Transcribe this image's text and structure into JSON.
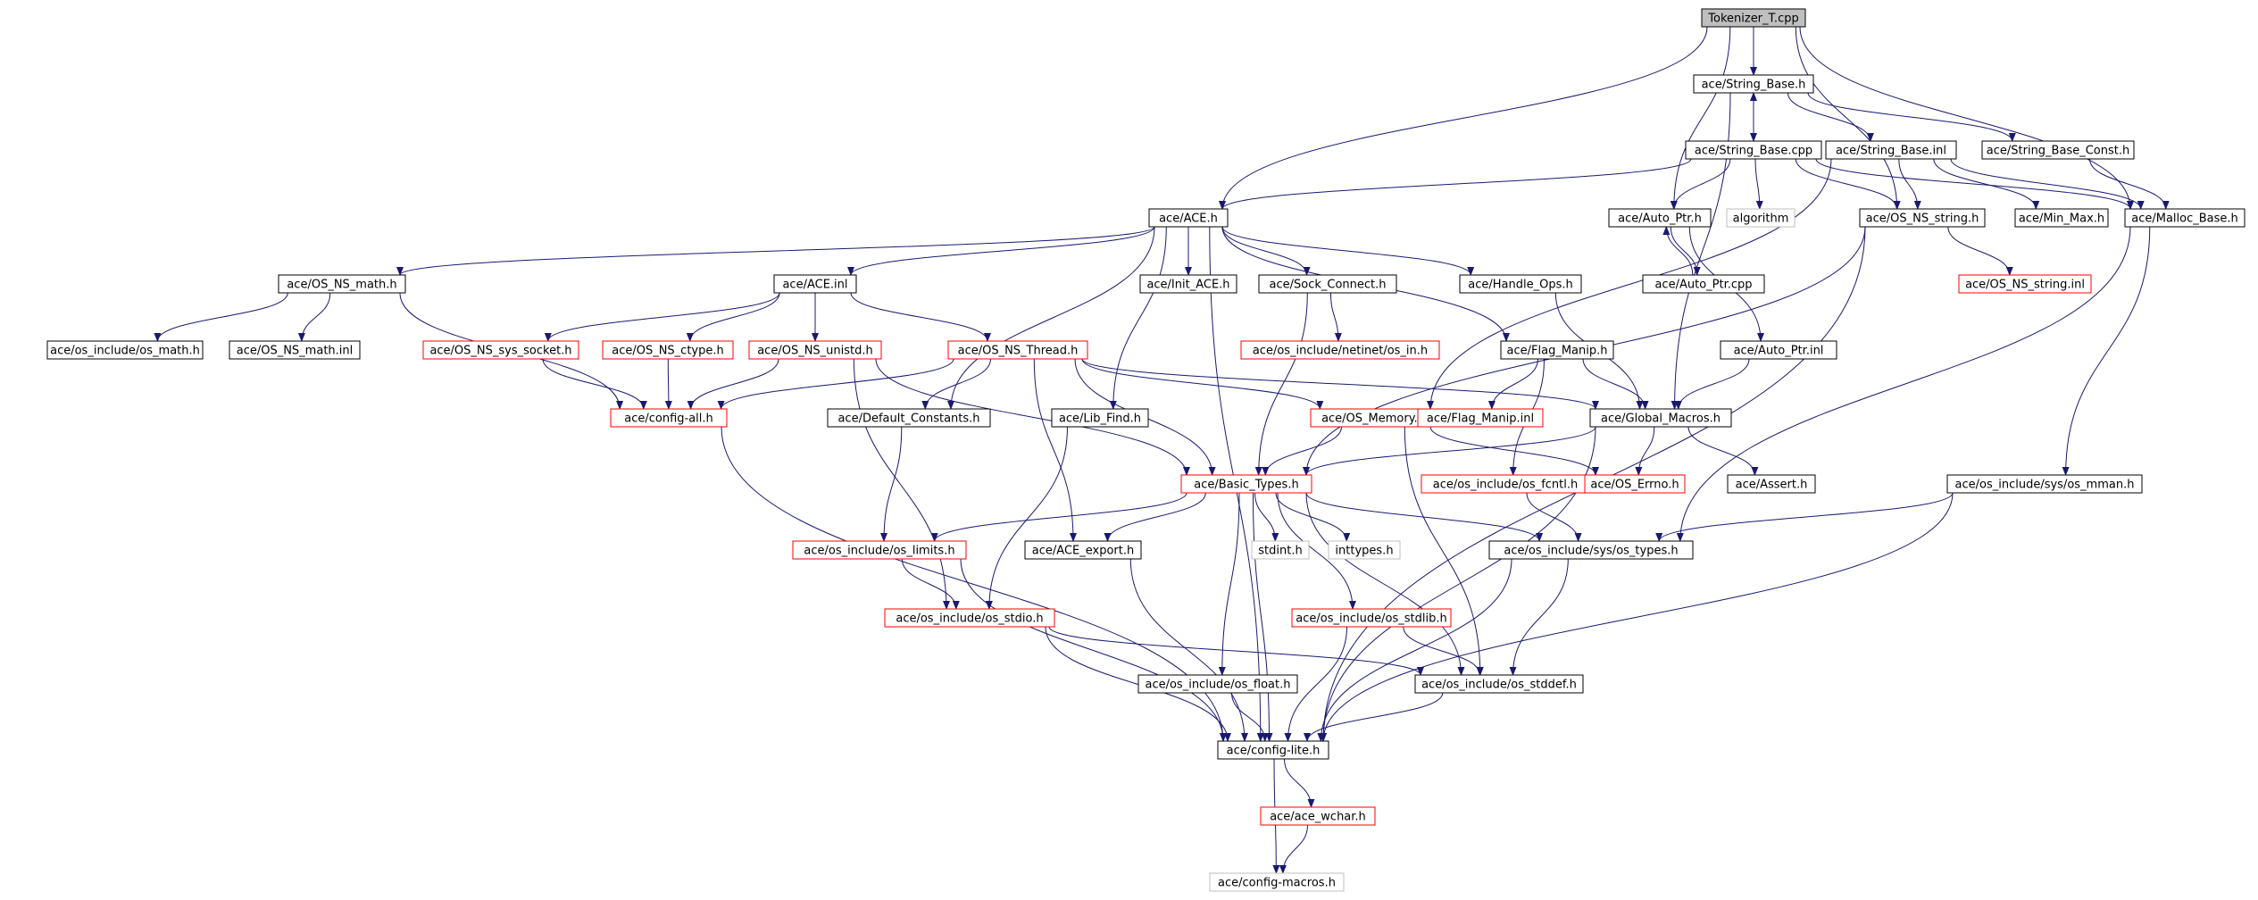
{
  "title": "Tokenizer_T.cpp",
  "colors": {
    "edge": "#191970",
    "root_fill": "#bfbfbf",
    "black_border": "#000000",
    "red_border": "#ff0000",
    "gray_border": "#bfbfbf",
    "text": "#000000"
  },
  "nodes": [
    {
      "id": "root",
      "label": "Tokenizer_T.cpp",
      "border": "root"
    },
    {
      "id": "strbase_h",
      "label": "ace/String_Base.h",
      "border": "black"
    },
    {
      "id": "strbase_cpp",
      "label": "ace/String_Base.cpp",
      "border": "black"
    },
    {
      "id": "strbase_inl",
      "label": "ace/String_Base.inl",
      "border": "black"
    },
    {
      "id": "strbase_const",
      "label": "ace/String_Base_Const.h",
      "border": "black"
    },
    {
      "id": "ace_h",
      "label": "ace/ACE.h",
      "border": "black"
    },
    {
      "id": "autoptr_h",
      "label": "ace/Auto_Ptr.h",
      "border": "black"
    },
    {
      "id": "algorithm",
      "label": "algorithm",
      "border": "gray"
    },
    {
      "id": "osnsstring_h",
      "label": "ace/OS_NS_string.h",
      "border": "black"
    },
    {
      "id": "minmax",
      "label": "ace/Min_Max.h",
      "border": "black"
    },
    {
      "id": "mallocbase",
      "label": "ace/Malloc_Base.h",
      "border": "black"
    },
    {
      "id": "osnsmath_h",
      "label": "ace/OS_NS_math.h",
      "border": "black"
    },
    {
      "id": "ace_inl",
      "label": "ace/ACE.inl",
      "border": "black"
    },
    {
      "id": "initace",
      "label": "ace/Init_ACE.h",
      "border": "black"
    },
    {
      "id": "sockconnect",
      "label": "ace/Sock_Connect.h",
      "border": "black"
    },
    {
      "id": "handleops",
      "label": "ace/Handle_Ops.h",
      "border": "black"
    },
    {
      "id": "autoptr_cpp",
      "label": "ace/Auto_Ptr.cpp",
      "border": "black"
    },
    {
      "id": "osnsstring_inl",
      "label": "ace/OS_NS_string.inl",
      "border": "red"
    },
    {
      "id": "osmath",
      "label": "ace/os_include/os_math.h",
      "border": "black"
    },
    {
      "id": "osnsmath_inl",
      "label": "ace/OS_NS_math.inl",
      "border": "black"
    },
    {
      "id": "sys_socket",
      "label": "ace/OS_NS_sys_socket.h",
      "border": "red"
    },
    {
      "id": "ctype",
      "label": "ace/OS_NS_ctype.h",
      "border": "red"
    },
    {
      "id": "unistd",
      "label": "ace/OS_NS_unistd.h",
      "border": "red"
    },
    {
      "id": "thread",
      "label": "ace/OS_NS_Thread.h",
      "border": "red"
    },
    {
      "id": "netinet",
      "label": "ace/os_include/netinet/os_in.h",
      "border": "red"
    },
    {
      "id": "flagmanip_h",
      "label": "ace/Flag_Manip.h",
      "border": "black"
    },
    {
      "id": "autoptr_inl",
      "label": "ace/Auto_Ptr.inl",
      "border": "black"
    },
    {
      "id": "configall",
      "label": "ace/config-all.h",
      "border": "red"
    },
    {
      "id": "defconst",
      "label": "ace/Default_Constants.h",
      "border": "black"
    },
    {
      "id": "libfind",
      "label": "ace/Lib_Find.h",
      "border": "black"
    },
    {
      "id": "osmemory",
      "label": "ace/OS_Memory.h",
      "border": "red"
    },
    {
      "id": "flagmanip_inl",
      "label": "ace/Flag_Manip.inl",
      "border": "red"
    },
    {
      "id": "globalmacros",
      "label": "ace/Global_Macros.h",
      "border": "black"
    },
    {
      "id": "basictypes",
      "label": "ace/Basic_Types.h",
      "border": "red"
    },
    {
      "id": "osfcntl",
      "label": "ace/os_include/os_fcntl.h",
      "border": "red"
    },
    {
      "id": "oserrno",
      "label": "ace/OS_Errno.h",
      "border": "red"
    },
    {
      "id": "assert",
      "label": "ace/Assert.h",
      "border": "black"
    },
    {
      "id": "sysmman",
      "label": "ace/os_include/sys/os_mman.h",
      "border": "black"
    },
    {
      "id": "oslimits",
      "label": "ace/os_include/os_limits.h",
      "border": "red"
    },
    {
      "id": "aceexport",
      "label": "ace/ACE_export.h",
      "border": "black"
    },
    {
      "id": "stdint",
      "label": "stdint.h",
      "border": "gray"
    },
    {
      "id": "inttypes",
      "label": "inttypes.h",
      "border": "gray"
    },
    {
      "id": "systypes",
      "label": "ace/os_include/sys/os_types.h",
      "border": "black"
    },
    {
      "id": "osstdio",
      "label": "ace/os_include/os_stdio.h",
      "border": "red"
    },
    {
      "id": "osstdlib",
      "label": "ace/os_include/os_stdlib.h",
      "border": "red"
    },
    {
      "id": "osfloat",
      "label": "ace/os_include/os_float.h",
      "border": "black"
    },
    {
      "id": "osstddef",
      "label": "ace/os_include/os_stddef.h",
      "border": "black"
    },
    {
      "id": "configlite",
      "label": "ace/config-lite.h",
      "border": "black"
    },
    {
      "id": "acewchar",
      "label": "ace/ace_wchar.h",
      "border": "red"
    },
    {
      "id": "configmacros",
      "label": "ace/config-macros.h",
      "border": "gray"
    }
  ],
  "edges": [
    [
      "root",
      "strbase_h"
    ],
    [
      "root",
      "ace_h"
    ],
    [
      "root",
      "autoptr_h"
    ],
    [
      "root",
      "osnsstring_h"
    ],
    [
      "root",
      "mallocbase"
    ],
    [
      "strbase_h",
      "strbase_cpp"
    ],
    [
      "strbase_cpp",
      "strbase_h"
    ],
    [
      "strbase_h",
      "strbase_inl"
    ],
    [
      "strbase_h",
      "strbase_const"
    ],
    [
      "strbase_h",
      "globalmacros"
    ],
    [
      "strbase_cpp",
      "ace_h"
    ],
    [
      "strbase_cpp",
      "autoptr_h"
    ],
    [
      "strbase_cpp",
      "algorithm"
    ],
    [
      "strbase_cpp",
      "osnsstring_h"
    ],
    [
      "strbase_cpp",
      "mallocbase"
    ],
    [
      "strbase_inl",
      "osnsstring_h"
    ],
    [
      "strbase_inl",
      "minmax"
    ],
    [
      "strbase_inl",
      "mallocbase"
    ],
    [
      "strbase_inl",
      "osmemory"
    ],
    [
      "strbase_const",
      "mallocbase"
    ],
    [
      "autoptr_h",
      "autoptr_cpp"
    ],
    [
      "autoptr_cpp",
      "autoptr_h"
    ],
    [
      "autoptr_h",
      "autoptr_inl"
    ],
    [
      "autoptr_inl",
      "globalmacros"
    ],
    [
      "osnsstring_h",
      "osnsstring_inl"
    ],
    [
      "osnsstring_h",
      "basictypes"
    ],
    [
      "osnsstring_h",
      "configlite"
    ],
    [
      "mallocbase",
      "systypes"
    ],
    [
      "mallocbase",
      "sysmman"
    ],
    [
      "ace_h",
      "osnsmath_h"
    ],
    [
      "ace_h",
      "ace_inl"
    ],
    [
      "ace_h",
      "initace"
    ],
    [
      "ace_h",
      "sockconnect"
    ],
    [
      "ace_h",
      "handleops"
    ],
    [
      "ace_h",
      "flagmanip_h"
    ],
    [
      "ace_h",
      "libfind"
    ],
    [
      "ace_h",
      "defconst"
    ],
    [
      "ace_h",
      "configlite"
    ],
    [
      "osnsmath_h",
      "osmath"
    ],
    [
      "osnsmath_h",
      "osnsmath_inl"
    ],
    [
      "osnsmath_h",
      "configall"
    ],
    [
      "ace_inl",
      "sys_socket"
    ],
    [
      "ace_inl",
      "ctype"
    ],
    [
      "ace_inl",
      "unistd"
    ],
    [
      "ace_inl",
      "thread"
    ],
    [
      "sockconnect",
      "netinet"
    ],
    [
      "sockconnect",
      "basictypes"
    ],
    [
      "handleops",
      "globalmacros"
    ],
    [
      "flagmanip_h",
      "flagmanip_inl"
    ],
    [
      "flagmanip_h",
      "globalmacros"
    ],
    [
      "flagmanip_h",
      "osfcntl"
    ],
    [
      "sys_socket",
      "configall"
    ],
    [
      "ctype",
      "configall"
    ],
    [
      "unistd",
      "configall"
    ],
    [
      "unistd",
      "basictypes"
    ],
    [
      "unistd",
      "osstdio"
    ],
    [
      "thread",
      "configall"
    ],
    [
      "thread",
      "defconst"
    ],
    [
      "thread",
      "osmemory"
    ],
    [
      "thread",
      "basictypes"
    ],
    [
      "thread",
      "aceexport"
    ],
    [
      "thread",
      "globalmacros"
    ],
    [
      "configall",
      "configlite"
    ],
    [
      "defconst",
      "oslimits"
    ],
    [
      "libfind",
      "osstdio"
    ],
    [
      "osmemory",
      "basictypes"
    ],
    [
      "osmemory",
      "oserrno"
    ],
    [
      "osmemory",
      "osstddef"
    ],
    [
      "globalmacros",
      "basictypes"
    ],
    [
      "globalmacros",
      "oserrno"
    ],
    [
      "globalmacros",
      "assert"
    ],
    [
      "globalmacros",
      "configlite"
    ],
    [
      "osfcntl",
      "systypes"
    ],
    [
      "sysmman",
      "systypes"
    ],
    [
      "sysmman",
      "configlite"
    ],
    [
      "basictypes",
      "oslimits"
    ],
    [
      "basictypes",
      "aceexport"
    ],
    [
      "basictypes",
      "stdint"
    ],
    [
      "basictypes",
      "inttypes"
    ],
    [
      "basictypes",
      "systypes"
    ],
    [
      "basictypes",
      "osstdlib"
    ],
    [
      "basictypes",
      "osfloat"
    ],
    [
      "basictypes",
      "osstddef"
    ],
    [
      "basictypes",
      "configlite"
    ],
    [
      "oslimits",
      "osstdio"
    ],
    [
      "oslimits",
      "configlite"
    ],
    [
      "aceexport",
      "configlite"
    ],
    [
      "systypes",
      "osstddef"
    ],
    [
      "systypes",
      "configlite"
    ],
    [
      "osstdio",
      "osstddef"
    ],
    [
      "osstdio",
      "configlite"
    ],
    [
      "osstdlib",
      "osstddef"
    ],
    [
      "osstdlib",
      "configlite"
    ],
    [
      "osfloat",
      "configlite"
    ],
    [
      "osstddef",
      "configlite"
    ],
    [
      "configlite",
      "acewchar"
    ],
    [
      "configlite",
      "configmacros"
    ],
    [
      "acewchar",
      "configmacros"
    ]
  ]
}
